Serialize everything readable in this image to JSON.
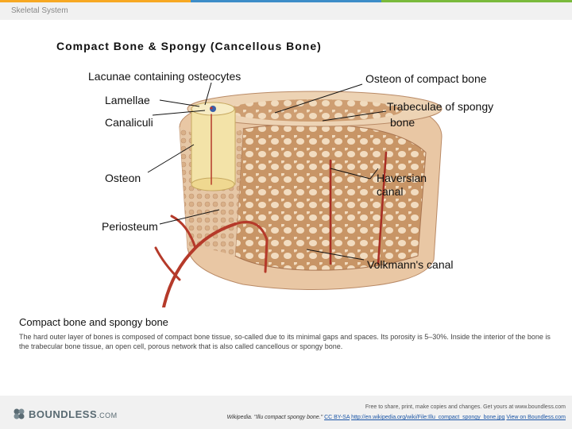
{
  "header": {
    "title": "Skeletal System"
  },
  "accent_colors": [
    "#f7a823",
    "#3d8dc8",
    "#7aba3c"
  ],
  "figure": {
    "title": "Compact Bone & Spongy (Cancellous Bone)",
    "labels": {
      "lacunae": "Lacunae containing osteocytes",
      "lamellae": "Lamellae",
      "canaliculi": "Canaliculi",
      "osteon": "Osteon",
      "periosteum": "Periosteum",
      "osteon_compact": "Osteon of compact bone",
      "trabeculae_1": "Trabeculae of  spongy",
      "trabeculae_2": "bone",
      "haversian_1": "Haversian",
      "haversian_2": "canal",
      "volkmann": "Volkmann's canal"
    }
  },
  "caption": {
    "title": "Compact bone and spongy bone",
    "text": "The hard outer layer of bones is composed of compact bone tissue, so-called due to its minimal gaps and spaces. Its porosity is 5–30%. Inside the interior of the bone is the trabecular bone tissue, an open cell, porous network that is also called cancellous or spongy bone."
  },
  "footer": {
    "logo": "BOUNDLESS",
    "logo_suffix": ".COM",
    "free_text": "Free to share, print, make copies and changes. Get yours at www.boundless.com",
    "source_prefix": "Wikipedia. \"Illu compact spongy bone.\"",
    "license": "CC BY-SA",
    "url": "http://en.wikipedia.org/wiki/File:Illu_compact_spongy_bone.jpg",
    "view_link": "View on Boundless.com"
  }
}
